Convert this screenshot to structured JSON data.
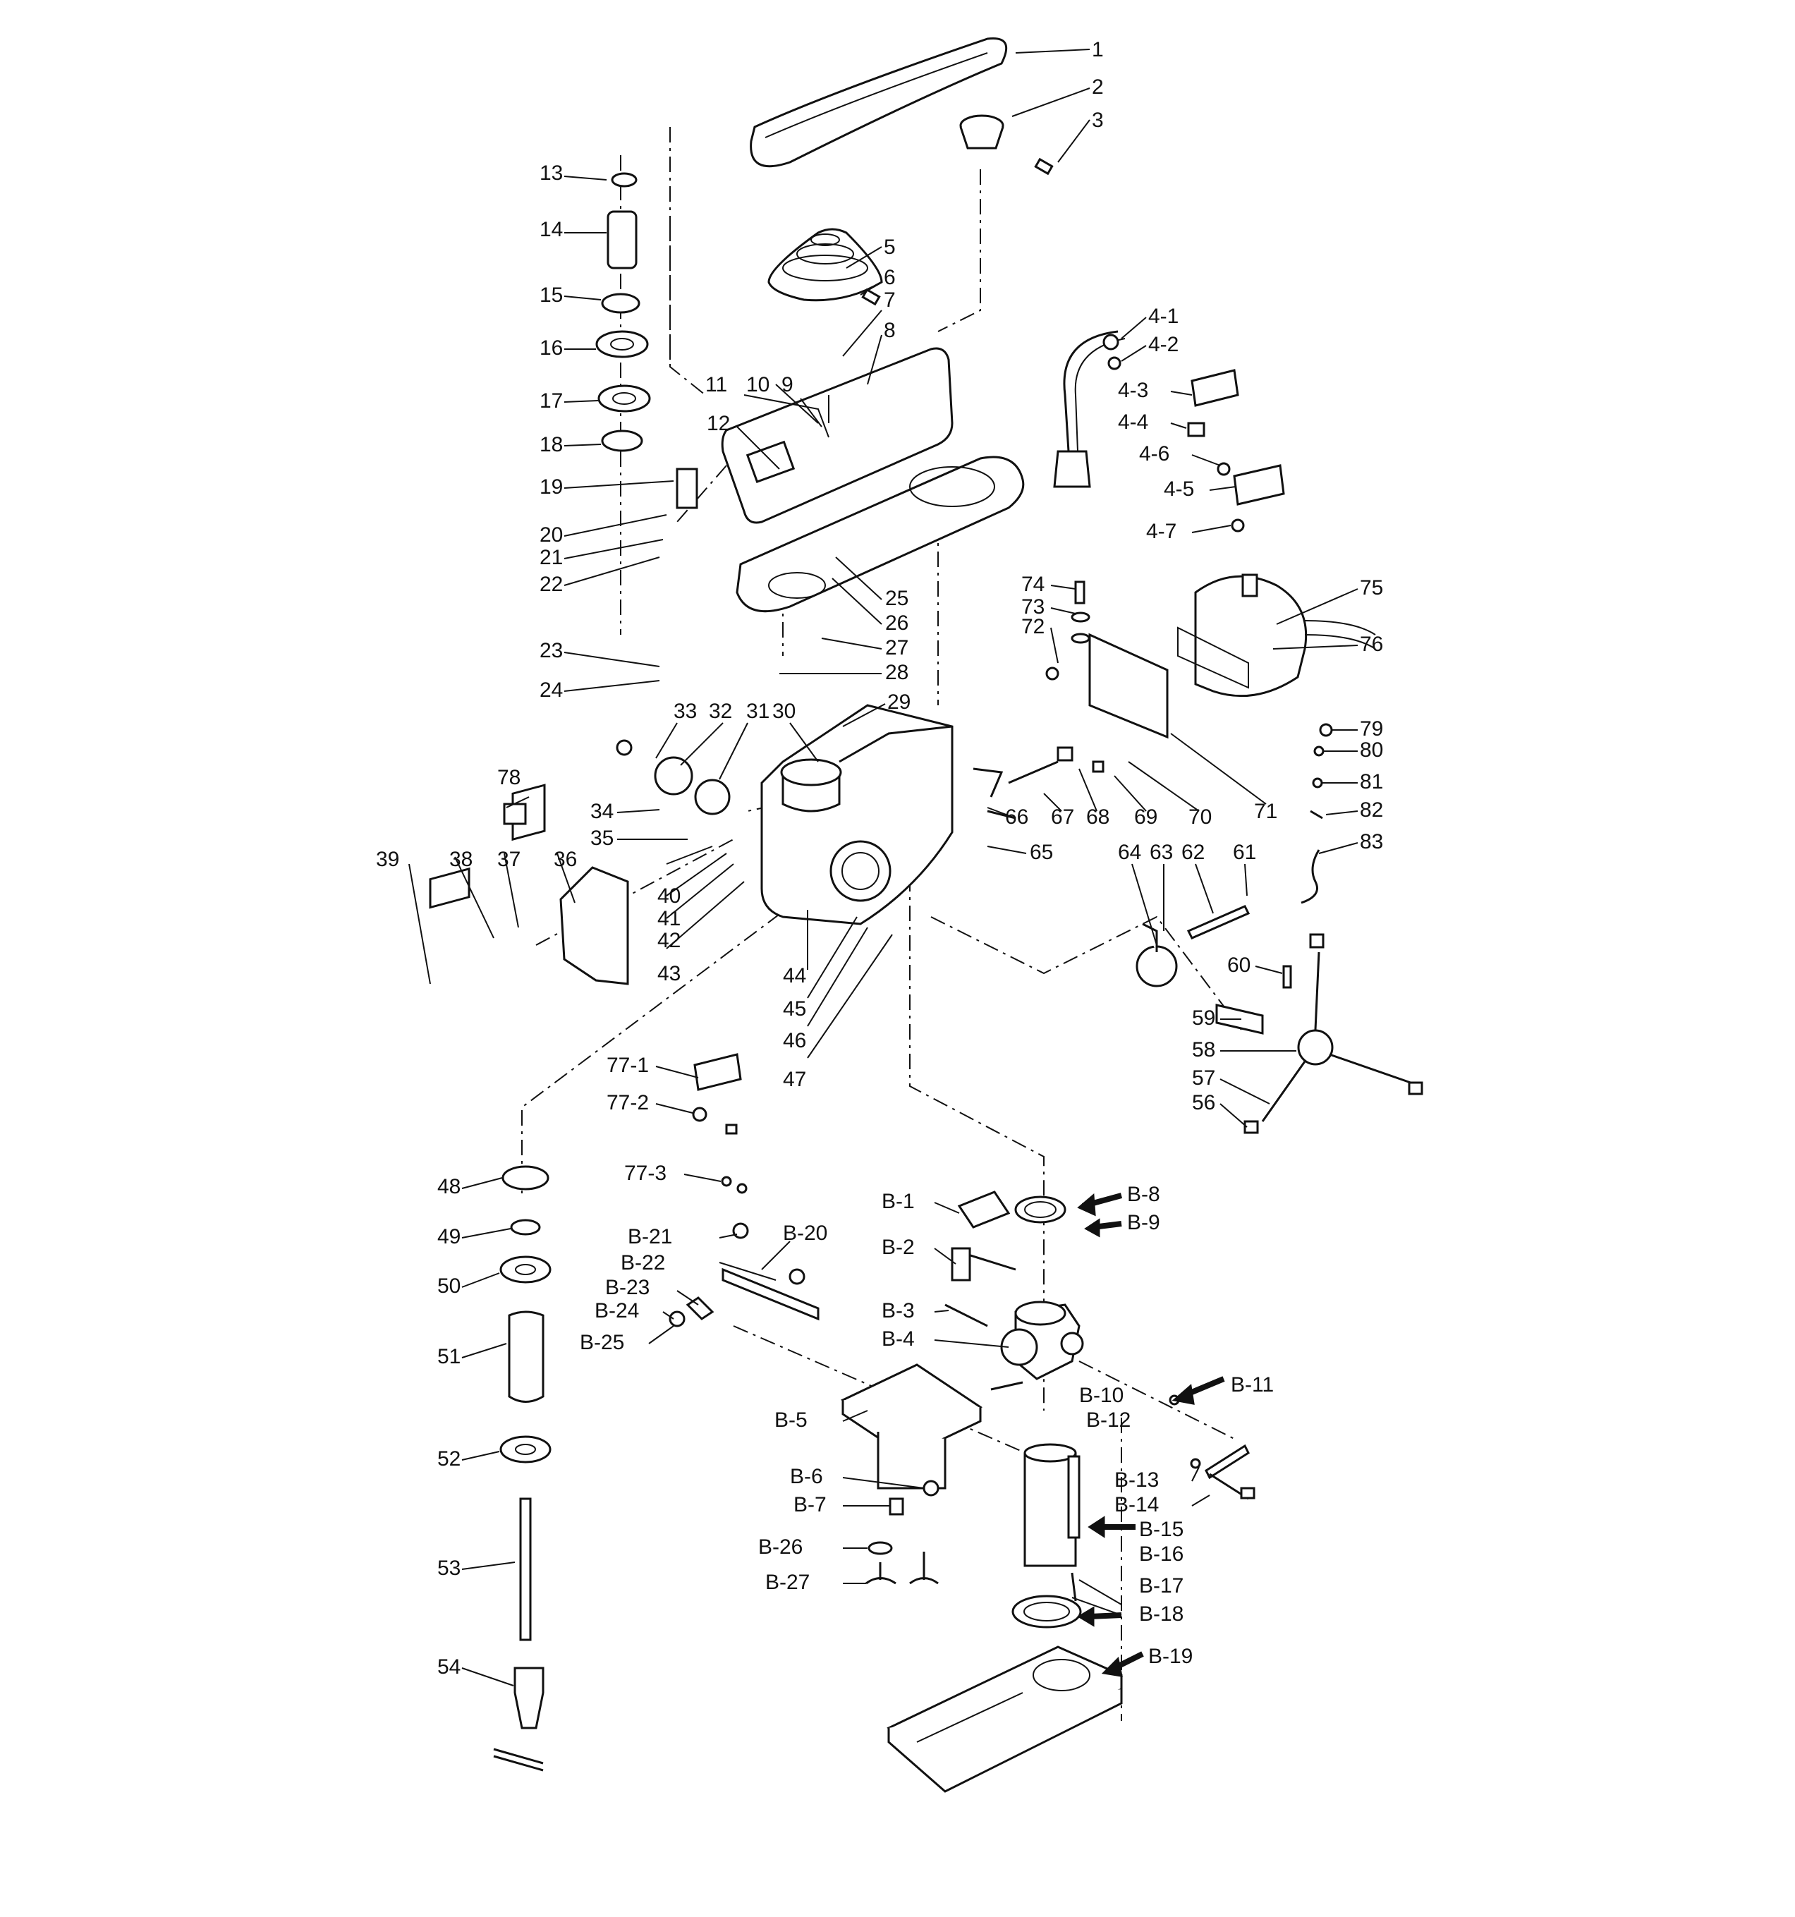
{
  "labels": [
    "1",
    "2",
    "3",
    "5",
    "6",
    "7",
    "8",
    "9",
    "10",
    "11",
    "12",
    "13",
    "14",
    "15",
    "16",
    "17",
    "18",
    "19",
    "20",
    "21",
    "22",
    "23",
    "24",
    "25",
    "26",
    "27",
    "28",
    "29",
    "30",
    "31",
    "32",
    "33",
    "34",
    "35",
    "36",
    "37",
    "38",
    "39",
    "40",
    "41",
    "42",
    "43",
    "44",
    "45",
    "46",
    "47",
    "48",
    "49",
    "50",
    "51",
    "52",
    "53",
    "54",
    "56",
    "57",
    "58",
    "59",
    "60",
    "61",
    "62",
    "63",
    "64",
    "65",
    "66",
    "67",
    "68",
    "69",
    "70",
    "71",
    "72",
    "73",
    "74",
    "75",
    "76",
    "78",
    "79",
    "80",
    "81",
    "82",
    "83",
    "4-1",
    "4-2",
    "4-3",
    "4-4",
    "4-5",
    "4-6",
    "4-7",
    "77-1",
    "77-2",
    "77-3",
    "B-1",
    "B-2",
    "B-3",
    "B-4",
    "B-5",
    "B-6",
    "B-7",
    "B-8",
    "B-9",
    "B-10",
    "B-11",
    "B-12",
    "B-13",
    "B-14",
    "B-15",
    "B-16",
    "B-17",
    "B-18",
    "B-19",
    "B-20",
    "B-21",
    "B-22",
    "B-23",
    "B-24",
    "B-25",
    "B-26",
    "B-27"
  ]
}
